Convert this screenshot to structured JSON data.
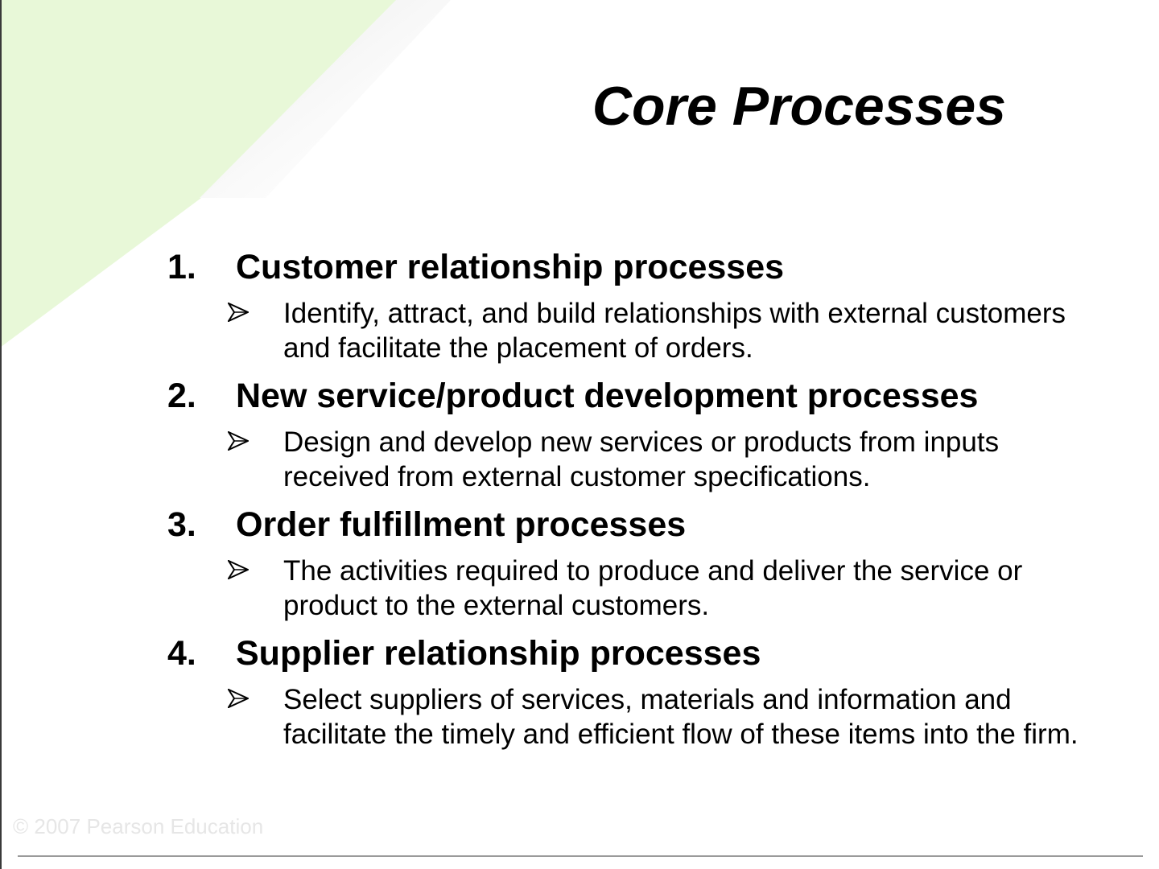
{
  "slide": {
    "title": "Core Processes",
    "copyright": "© 2007 Pearson Education",
    "accent_color": "#e8f8d8",
    "processes": [
      {
        "number": "1.",
        "heading": "Customer relationship processes",
        "description": "Identify, attract, and build relationships with external customers and facilitate the placement of orders."
      },
      {
        "number": "2.",
        "heading": "New service/product development processes",
        "description": "Design and develop new services or products from inputs received from external customer specifications."
      },
      {
        "number": "3.",
        "heading": "Order fulfillment processes",
        "description": "The activities required to produce and deliver the service or product to the external customers."
      },
      {
        "number": "4.",
        "heading": "Supplier relationship processes",
        "description": "Select suppliers of services, materials and information and facilitate the timely and efficient flow of these items into the firm."
      }
    ]
  }
}
